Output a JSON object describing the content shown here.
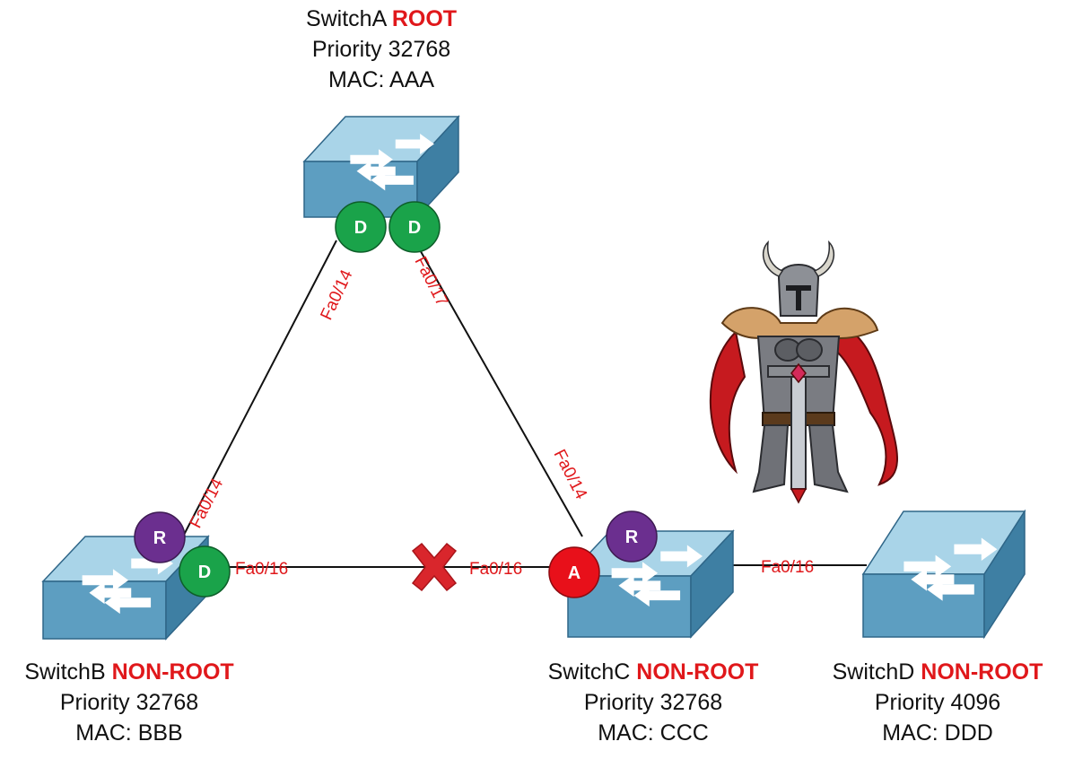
{
  "switches": [
    {
      "id": "a",
      "name": "SwitchA",
      "role": "ROOT",
      "priority": "Priority 32768",
      "mac": "MAC: AAA"
    },
    {
      "id": "b",
      "name": "SwitchB",
      "role": "NON-ROOT",
      "priority": "Priority 32768",
      "mac": "MAC: BBB"
    },
    {
      "id": "c",
      "name": "SwitchC",
      "role": "NON-ROOT",
      "priority": "Priority 32768",
      "mac": "MAC: CCC"
    },
    {
      "id": "d",
      "name": "SwitchD",
      "role": "NON-ROOT",
      "priority": "Priority 4096",
      "mac": "MAC: DDD"
    }
  ],
  "ports": {
    "a_to_b": "Fa0/14",
    "a_to_c": "Fa0/17",
    "b_to_a": "Fa0/14",
    "c_to_a": "Fa0/14",
    "b_to_c": "Fa0/16",
    "c_to_b": "Fa0/16",
    "c_to_d": "Fa0/16"
  },
  "port_roles": {
    "a_left": "D",
    "a_right": "D",
    "b_root": "R",
    "b_designated": "D",
    "c_root": "R",
    "c_alternate": "A"
  },
  "colors": {
    "role_text": "#e0181b",
    "port_label": "#e0181b",
    "designated": "#1aa34a",
    "root_port": "#6b2f8f",
    "alternate": "#e8101a",
    "blocked_mark": "#d9262c",
    "switch_top": "#a9d4e8",
    "switch_front": "#5d9ec1",
    "switch_side": "#3e7fa3"
  },
  "icons": {
    "blocked": "x-mark-icon",
    "attacker": "knight-icon"
  }
}
